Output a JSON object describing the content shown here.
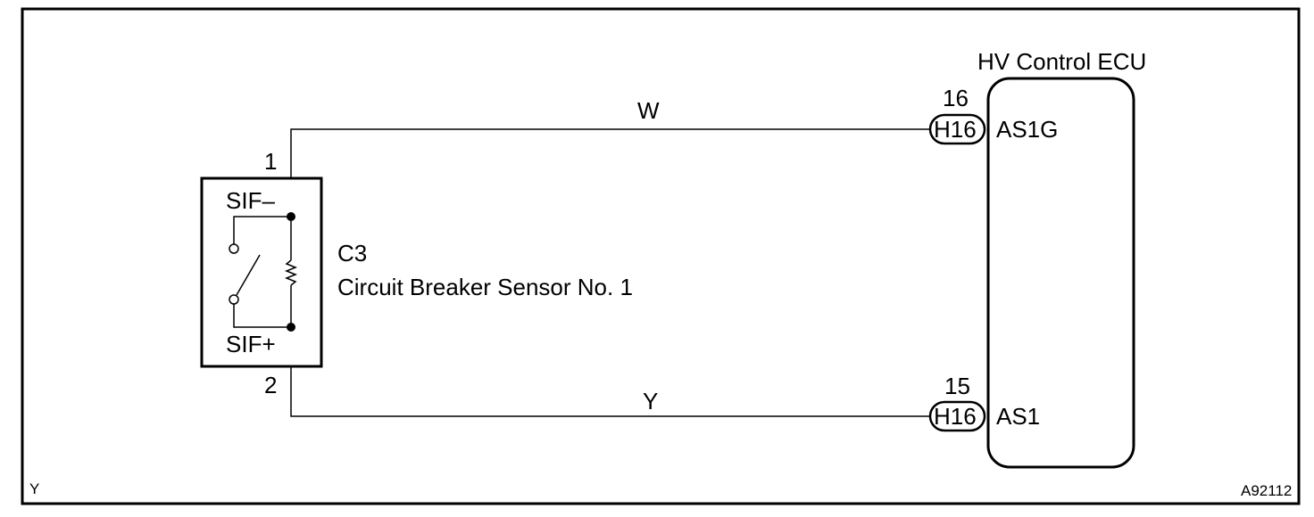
{
  "ecu": {
    "title": "HV Control ECU",
    "pins": [
      {
        "number": "16",
        "connector": "H16",
        "name": "AS1G"
      },
      {
        "number": "15",
        "connector": "H16",
        "name": "AS1"
      }
    ]
  },
  "wires": {
    "top_color": "W",
    "bottom_color": "Y"
  },
  "sensor": {
    "code": "C3",
    "name": "Circuit Breaker Sensor No. 1",
    "terminal_top_label": "SIF–",
    "terminal_bottom_label": "SIF+",
    "pin_top": "1",
    "pin_bottom": "2"
  },
  "footer": {
    "left_code": "Y",
    "figure_id": "A92112"
  }
}
